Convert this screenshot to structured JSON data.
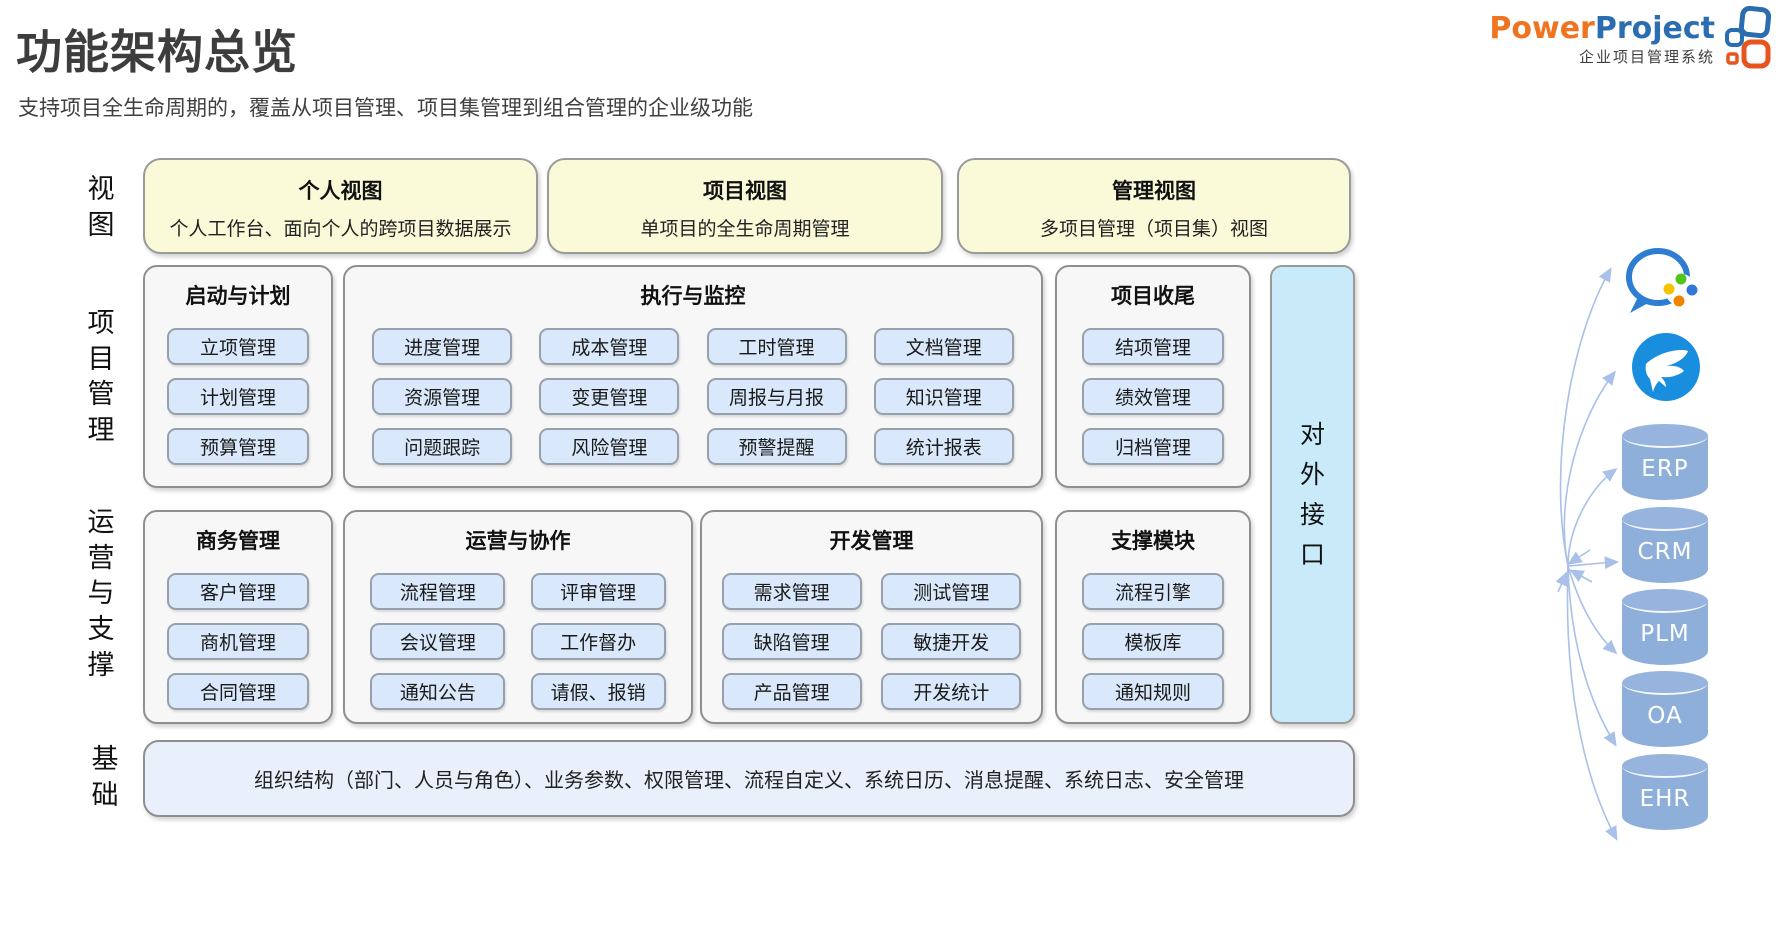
{
  "header": {
    "title": "功能架构总览",
    "subtitle": "支持项目全生命周期的，覆盖从项目管理、项目集管理到组合管理的企业级功能"
  },
  "logo": {
    "brand_power": "Power",
    "brand_project": "Project",
    "tagline": "企业项目管理系统"
  },
  "row_labels": {
    "views": "视图",
    "project": "项目管理",
    "ops": "运营与支撑",
    "foundation": "基础"
  },
  "views_row": [
    {
      "title": "个人视图",
      "desc": "个人工作台、面向个人的跨项目数据展示"
    },
    {
      "title": "项目视图",
      "desc": "单项目的全生命周期管理"
    },
    {
      "title": "管理视图",
      "desc": "多项目管理（项目集）视图"
    }
  ],
  "project_row": {
    "groups": [
      {
        "title": "启动与计划",
        "items": [
          "立项管理",
          "计划管理",
          "预算管理"
        ]
      },
      {
        "title": "执行与监控",
        "items": [
          "进度管理",
          "成本管理",
          "工时管理",
          "文档管理",
          "资源管理",
          "变更管理",
          "周报与月报",
          "知识管理",
          "问题跟踪",
          "风险管理",
          "预警提醒",
          "统计报表"
        ]
      },
      {
        "title": "项目收尾",
        "items": [
          "结项管理",
          "绩效管理",
          "归档管理"
        ]
      }
    ]
  },
  "ops_row": {
    "groups": [
      {
        "title": "商务管理",
        "items": [
          "客户管理",
          "商机管理",
          "合同管理"
        ]
      },
      {
        "title": "运营与协作",
        "items": [
          "流程管理",
          "评审管理",
          "会议管理",
          "工作督办",
          "通知公告",
          "请假、报销"
        ]
      },
      {
        "title": "开发管理",
        "items": [
          "需求管理",
          "测试管理",
          "缺陷管理",
          "敏捷开发",
          "产品管理",
          "开发统计"
        ]
      },
      {
        "title": "支撑模块",
        "items": [
          "流程引擎",
          "模板库",
          "通知规则"
        ]
      }
    ]
  },
  "external_interface_label": "对外接口",
  "foundation_text": "组织结构（部门、人员与角色）、业务参数、权限管理、流程自定义、系统日历、消息提醒、系统日志、安全管理",
  "external_systems": {
    "icons": [
      "wechat-work",
      "dingtalk"
    ],
    "databases": [
      "ERP",
      "CRM",
      "PLM",
      "OA",
      "EHR"
    ]
  },
  "colors": {
    "title_text": "#3d3d3d",
    "view_card_bg": "#fafad9",
    "group_bg": "#f7f7f7",
    "chip_bg": "#d9e8fa",
    "external_bar_bg": "#c9ebf9",
    "foundation_bg": "#e9f0fc",
    "cylinder": "#8fafdb",
    "arrow": "#a9c0e8",
    "brand_orange": "#f0731f",
    "brand_blue": "#2a6db0",
    "dingtalk_blue": "#1a8ede",
    "wechat_blue": "#2d7dd2"
  }
}
